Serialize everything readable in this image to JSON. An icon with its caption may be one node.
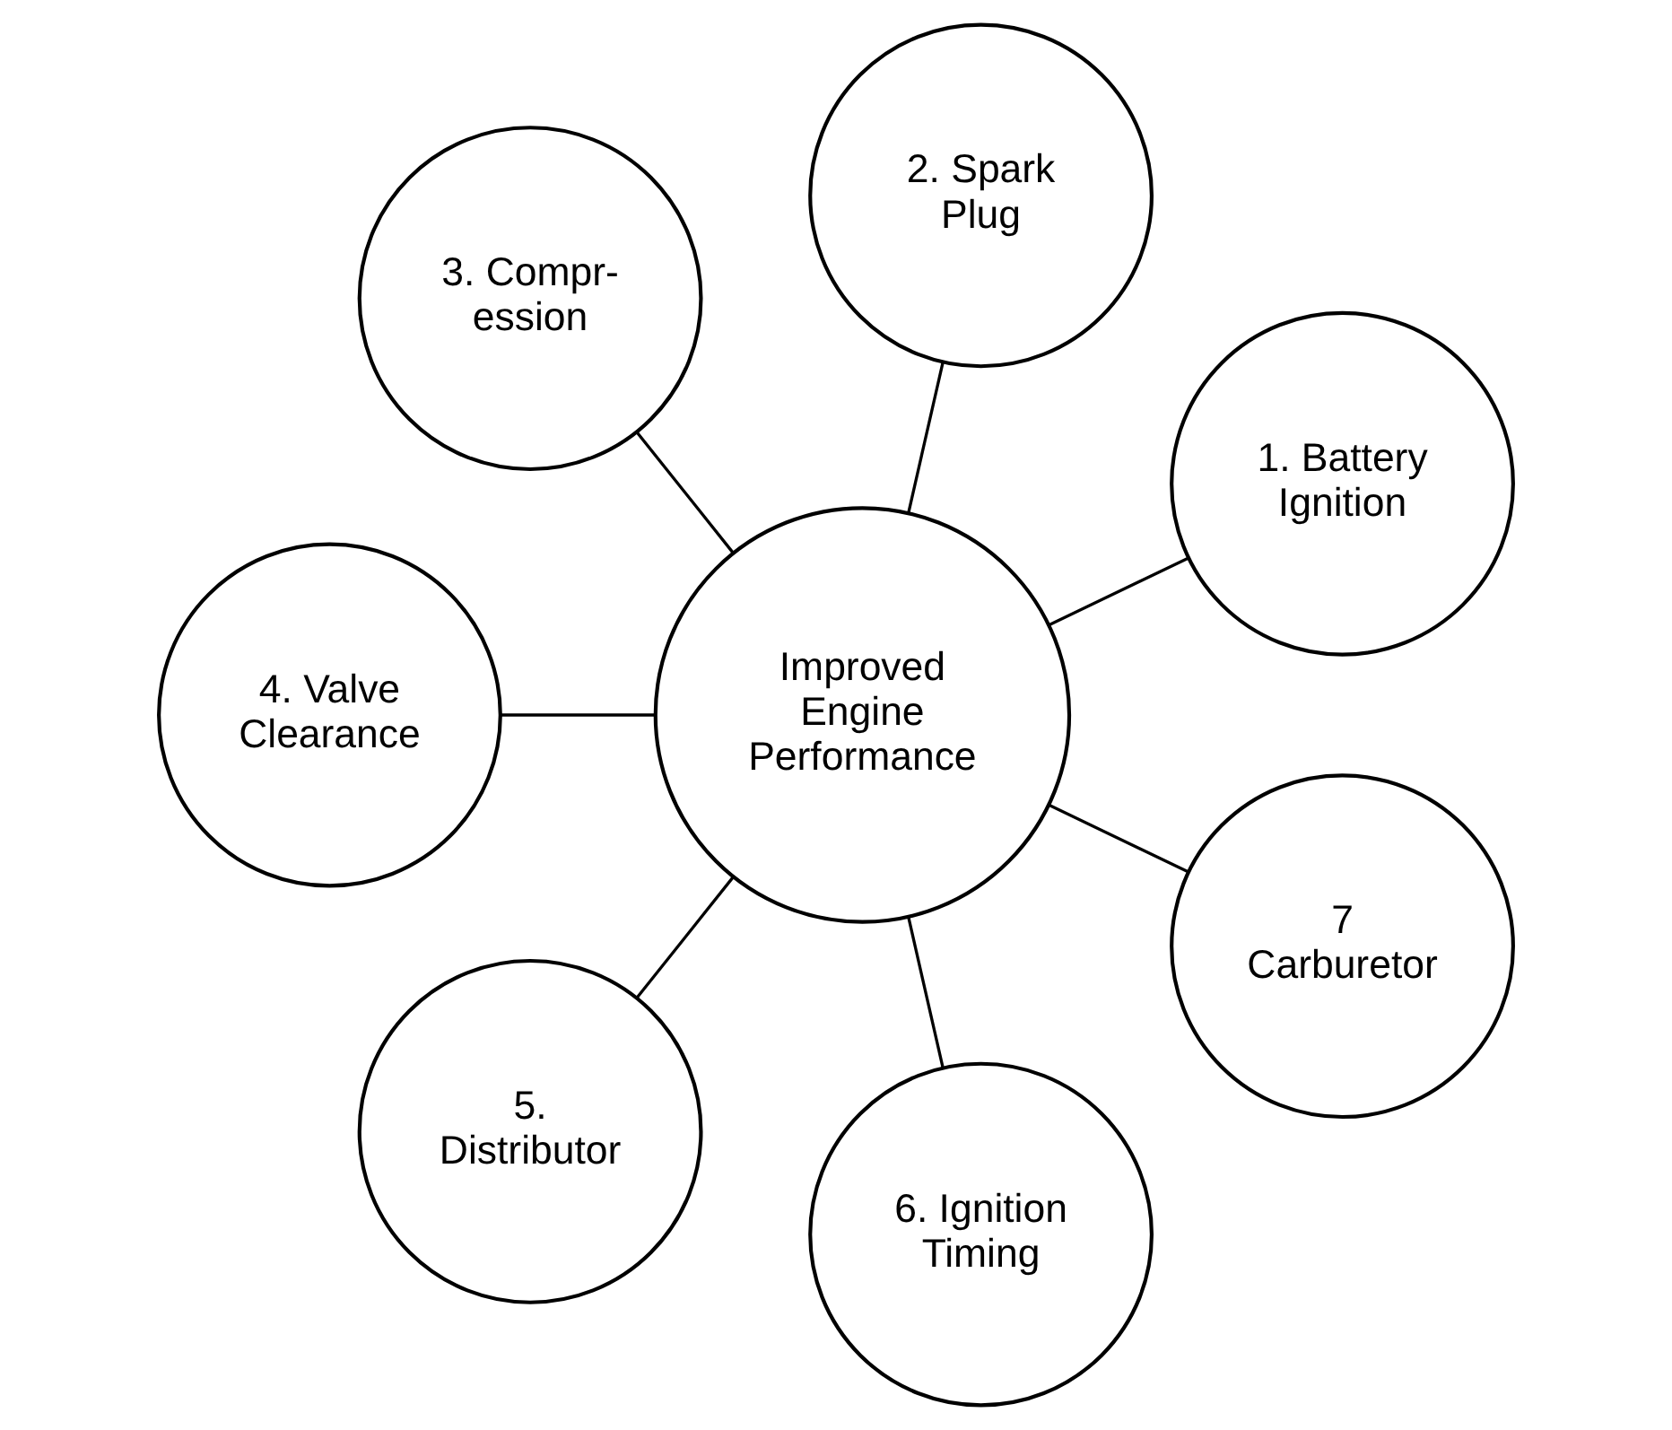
{
  "diagram": {
    "nodes": [
      {
        "text": [
          "Improved Engine Performance"
        ]
      },
      {
        "text": [
          "1. Battery Ignition"
        ]
      },
      {
        "text": [
          "2. Spark Plug"
        ]
      },
      {
        "text": [
          "3. Compr- ession"
        ]
      },
      {
        "text": [
          "4. Valve Clearance"
        ]
      },
      {
        "text": [
          "5. Distributor"
        ]
      },
      {
        "text": [
          "6. Ignition Timing"
        ]
      },
      {
        "text": [
          "7 Carburetor"
        ]
      }
    ],
    "edges": [
      {
        "from": 0,
        "to": 1,
        "arrow": "none"
      },
      {
        "from": 0,
        "to": 2,
        "arrow": "none"
      },
      {
        "from": 0,
        "to": 3,
        "arrow": "none"
      },
      {
        "from": 0,
        "to": 4,
        "arrow": "none"
      },
      {
        "from": 0,
        "to": 5,
        "arrow": "none"
      },
      {
        "from": 0,
        "to": 6,
        "arrow": "none"
      },
      {
        "from": 0,
        "to": 7,
        "arrow": "none"
      }
    ]
  }
}
